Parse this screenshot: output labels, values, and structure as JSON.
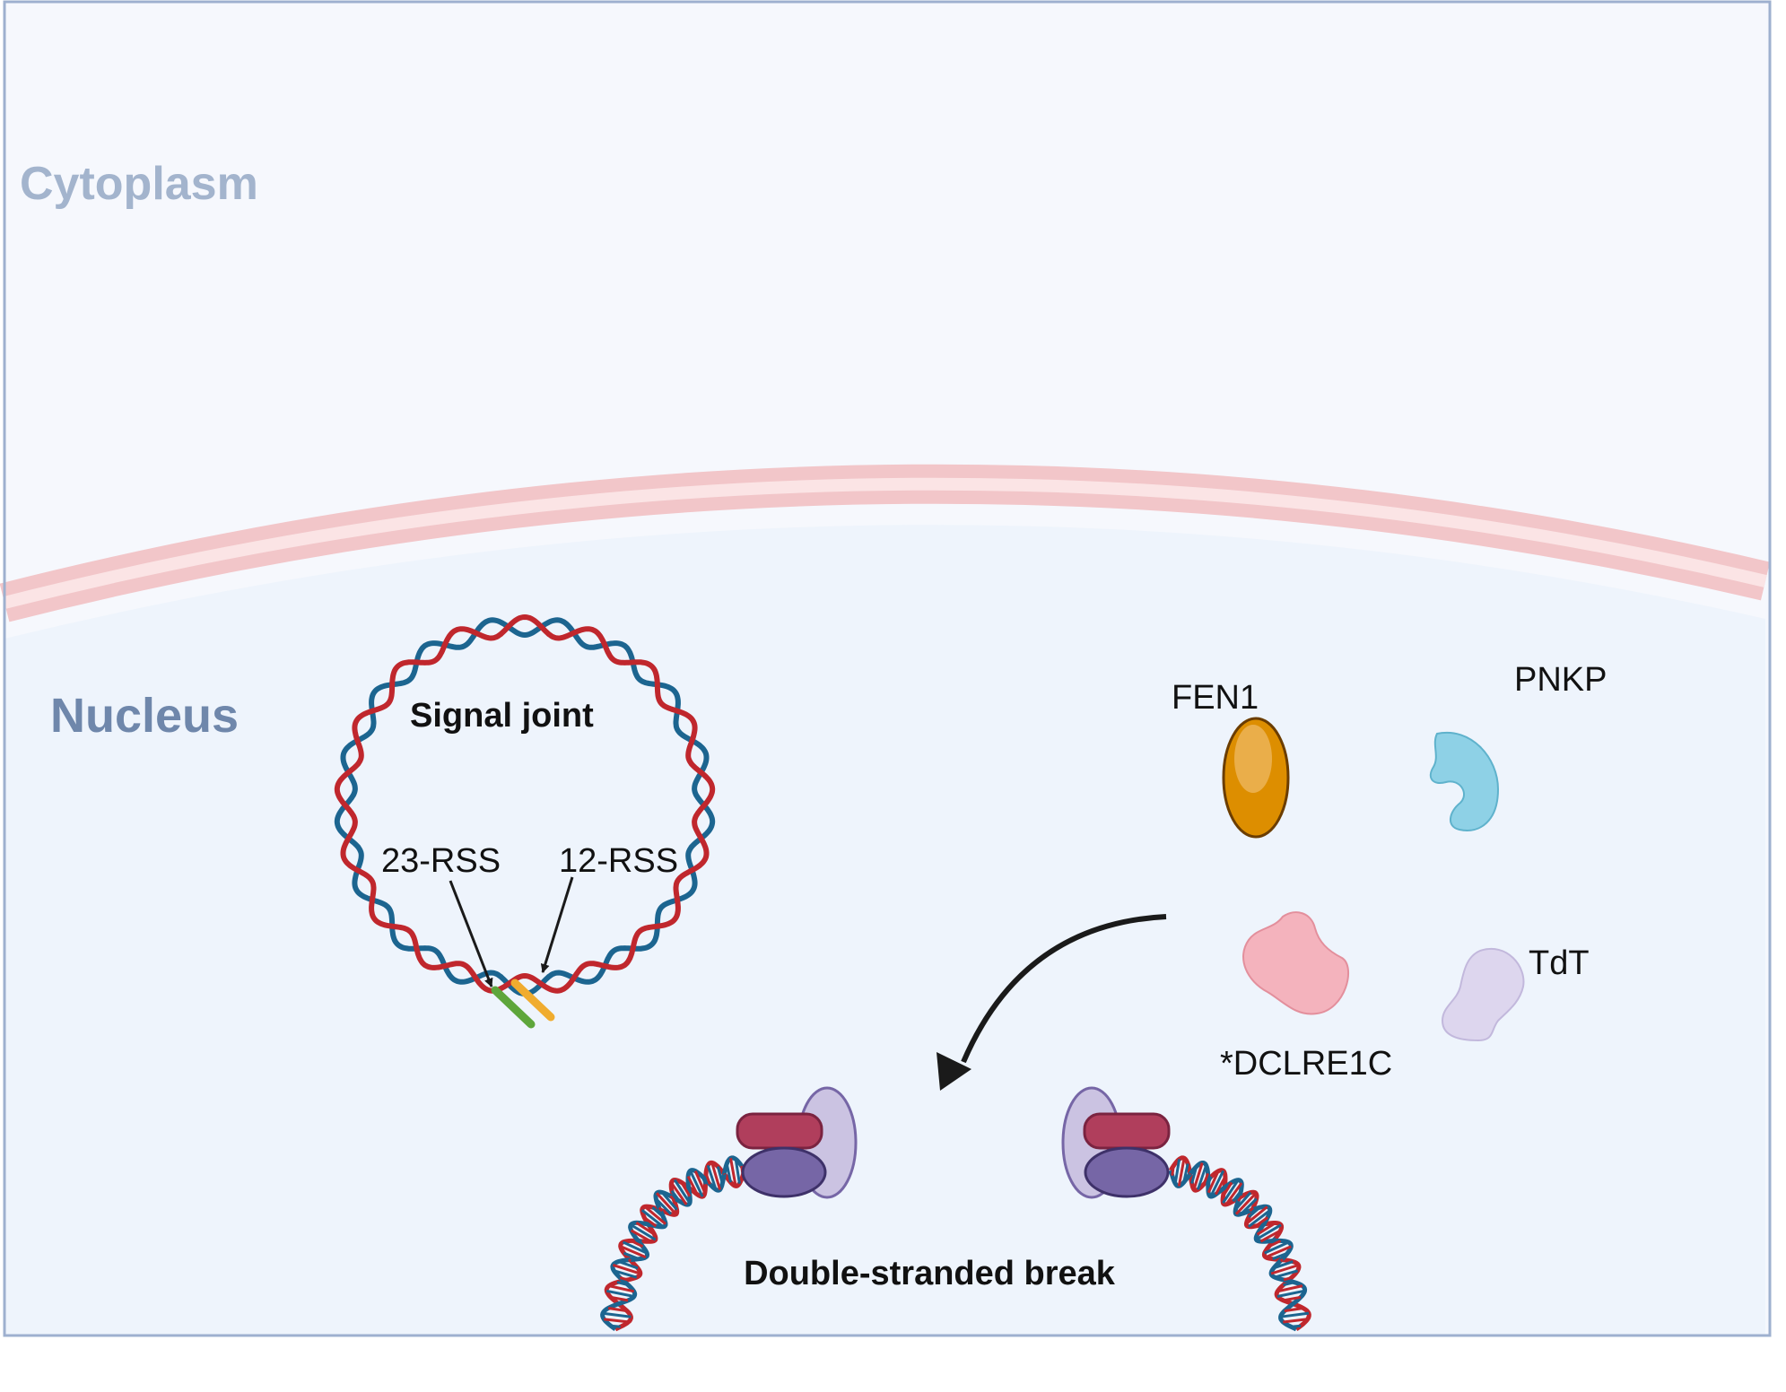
{
  "regions": {
    "cytoplasm": "Cytoplasm",
    "nucleus": "Nucleus"
  },
  "signal_joint": {
    "title": "Signal joint",
    "rss_23": "23-RSS",
    "rss_12": "12-RSS"
  },
  "proteins": {
    "fen1": "FEN1",
    "pnkp": "PNKP",
    "dclre1c": "*DCLRE1C",
    "tdt": "TdT"
  },
  "break_label": "Double-stranded break",
  "colors": {
    "cytoplasm_bg": "#f6f8fd",
    "nucleus_bg": "#eef4fc",
    "frame": "#9eb0cf",
    "membrane_outer": "#f2c6c9",
    "membrane_inner": "#fbe4e5",
    "cytoplasm_label": "#a3b4cd",
    "nucleus_label": "#6f87ab",
    "dna_red": "#c0272d",
    "dna_blue": "#1c6590",
    "rss_green": "#5ea63b",
    "rss_yellow": "#f0ac2f",
    "fen1": "#dd8e00",
    "pnkp": "#8ed1e6",
    "dclre1c": "#f4b3bd",
    "tdt": "#ddd6ee",
    "ku_dark": "#7666a6",
    "ku_light": "#cbc3e2",
    "ku_red": "#b03e5c"
  }
}
